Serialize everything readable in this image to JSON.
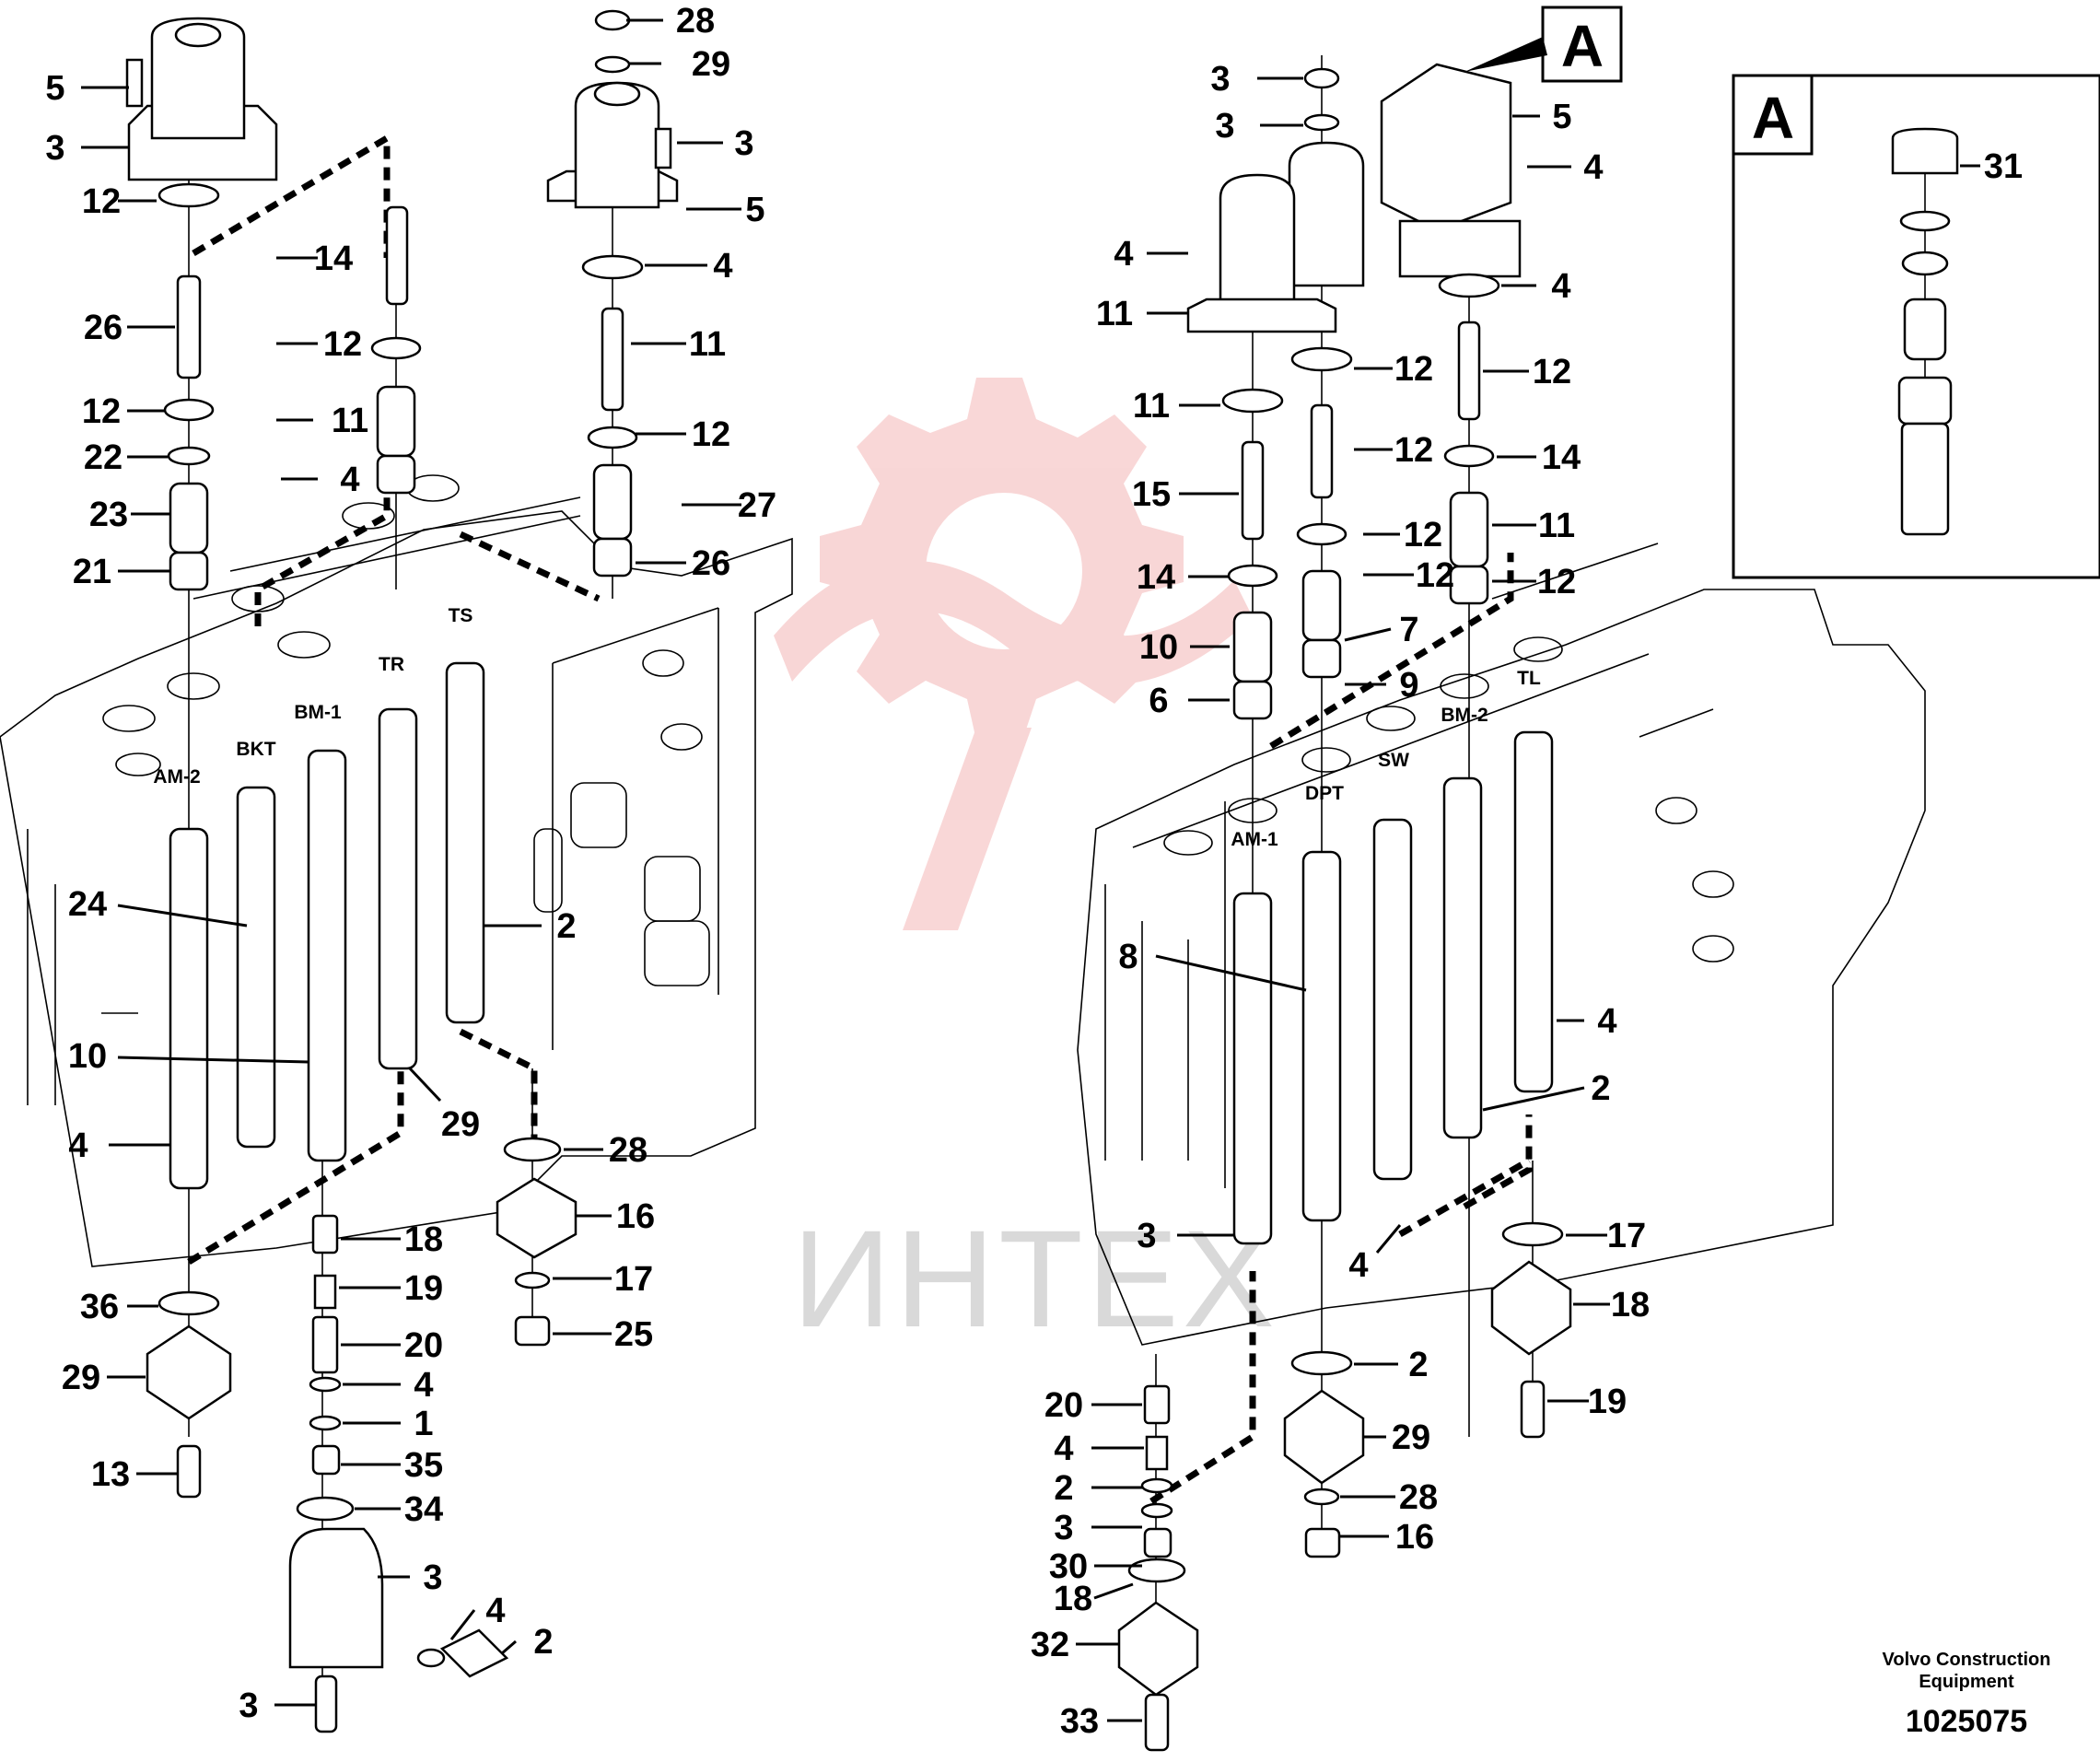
{
  "detail": {
    "letter": "A"
  },
  "ports": {
    "left": [
      "AM-2",
      "BKT",
      "BM-1",
      "TR",
      "TS"
    ],
    "right": [
      "AM-1",
      "DPT",
      "SW",
      "BM-2",
      "TL"
    ]
  },
  "callouts": [
    "28",
    "29",
    "3",
    "5",
    "4",
    "11",
    "12",
    "27",
    "26",
    "14",
    "12",
    "11",
    "4",
    "5",
    "3",
    "12",
    "26",
    "12",
    "22",
    "23",
    "21",
    "24",
    "10",
    "4",
    "2",
    "29",
    "28",
    "16",
    "17",
    "25",
    "18",
    "19",
    "20",
    "4",
    "1",
    "35",
    "34",
    "3",
    "4",
    "2",
    "3",
    "36",
    "29",
    "13",
    "3",
    "3",
    "5",
    "4",
    "4",
    "11",
    "4",
    "11",
    "12",
    "12",
    "15",
    "12",
    "14",
    "12",
    "14",
    "11",
    "12",
    "12",
    "7",
    "10",
    "9",
    "6",
    "8",
    "4",
    "2",
    "3",
    "4",
    "2",
    "29",
    "28",
    "16",
    "17",
    "18",
    "19",
    "20",
    "4",
    "2",
    "3",
    "30",
    "18",
    "32",
    "33",
    "31"
  ],
  "footer": {
    "line1": "Volvo Construction",
    "line2": "Equipment",
    "number": "1025075"
  },
  "watermark": {
    "text": "ИНТЕХ",
    "color": "#f2b8b8"
  }
}
